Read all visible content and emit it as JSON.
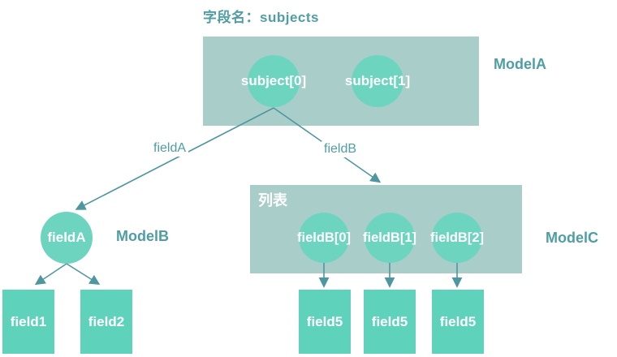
{
  "title": "字段名：subjects",
  "colors": {
    "container": "#A9CECA",
    "circle": "#6DD4C0",
    "box": "#5FD2BC",
    "label_text": "#4E9EA4",
    "line": "#4E97A0",
    "node_text": "#FFFFFF"
  },
  "model_a": {
    "label": "ModelA",
    "items": [
      "subject[0]",
      "subject[1]"
    ]
  },
  "edges": {
    "field_a": "fieldA",
    "field_b": "fieldB"
  },
  "model_b": {
    "label": "ModelB",
    "node": "fieldA",
    "children": [
      "field1",
      "field2"
    ]
  },
  "model_c": {
    "label": "ModelC",
    "list_label": "列表",
    "items": [
      "fieldB[0]",
      "fieldB[1]",
      "fieldB[2]"
    ],
    "children": [
      "field5",
      "field5",
      "field5"
    ]
  }
}
